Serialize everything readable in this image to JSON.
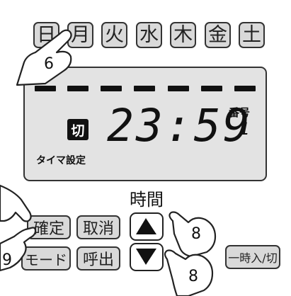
{
  "day_keys": [
    "日",
    "月",
    "火",
    "水",
    "木",
    "金",
    "土"
  ],
  "lcd": {
    "status_badge": "切",
    "time": "23:59",
    "bangou_label": "番号",
    "bangou_value": "1",
    "mode_label": "タイマ設定"
  },
  "time_group_label": "時間",
  "buttons": {
    "confirm": "確定",
    "cancel": "取消",
    "mode": "モード",
    "call": "呼出",
    "temp_on_off": "一時入/切"
  },
  "callouts": {
    "day_step": "6",
    "mode_step": "9",
    "up_step": "8",
    "down_step": "8"
  }
}
